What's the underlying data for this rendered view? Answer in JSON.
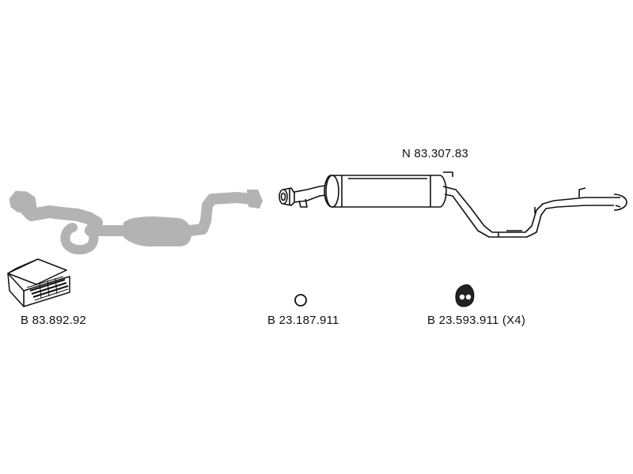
{
  "parts": {
    "catalytic_converter": {
      "icon": "catalytic-converter-icon",
      "color": "#b3b3b3"
    },
    "middle_muffler": {
      "code": "N 83.307.83",
      "icon": "muffler-pipe-icon"
    },
    "mounting_kit": {
      "code": "B 83.892.92",
      "icon": "mounting-kit-box-icon"
    },
    "gasket_ring": {
      "code": "B 23.187.911",
      "icon": "ring-gasket-icon"
    },
    "rubber_hanger": {
      "code": "B 23.593.911 (X4)",
      "icon": "rubber-hanger-icon"
    }
  },
  "colors": {
    "line": "#111111",
    "grey_part": "#b3b3b3",
    "background": "#ffffff"
  }
}
